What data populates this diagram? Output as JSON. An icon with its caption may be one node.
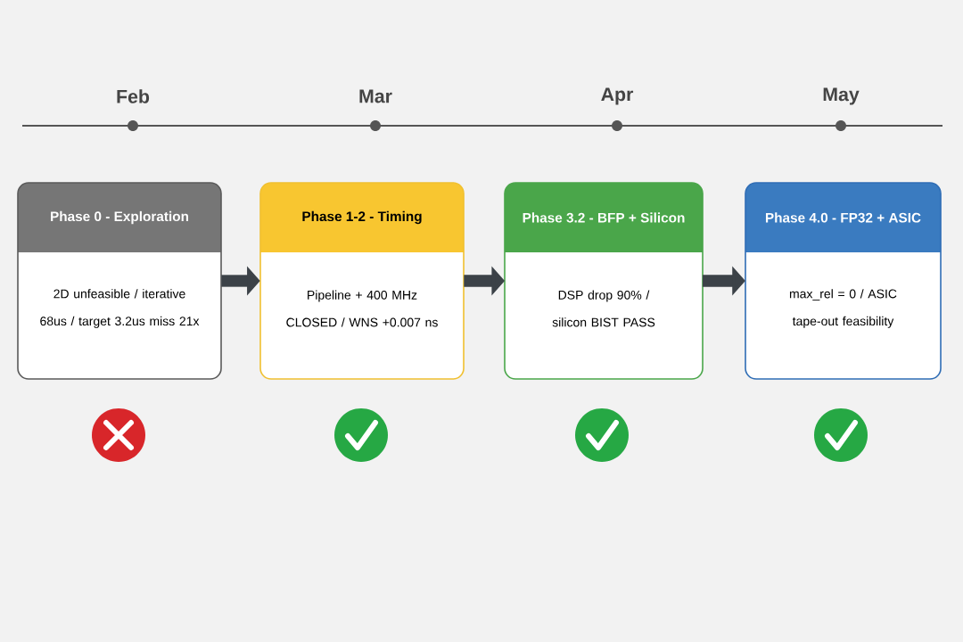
{
  "diagram": {
    "nodes": [
      {
        "text": [
          "Phase 0 - Exploration",
          "2D unfeasible / iterative 68us / target 3.2us miss 21x"
        ]
      },
      {
        "text": [
          "Phase 1-2 - Timing",
          "Pipeline + 400 MHz CLOSED / WNS +0.007 ns"
        ]
      },
      {
        "text": [
          "Phase 3.2 - BFP + Silicon",
          "DSP drop 90% / silicon BIST PASS"
        ]
      },
      {
        "text": [
          "Phase 4.0 - FP32 + ASIC",
          "max_rel = 0 / ASIC tape-out feasibility"
        ]
      }
    ],
    "edges": [
      {
        "from": 0,
        "to": 1,
        "arrow": "to"
      },
      {
        "from": 1,
        "to": 2,
        "arrow": "to"
      },
      {
        "from": 2,
        "to": 3,
        "arrow": "to"
      }
    ],
    "labels": [
      "Feb",
      "Mar",
      "Apr",
      "May"
    ]
  }
}
